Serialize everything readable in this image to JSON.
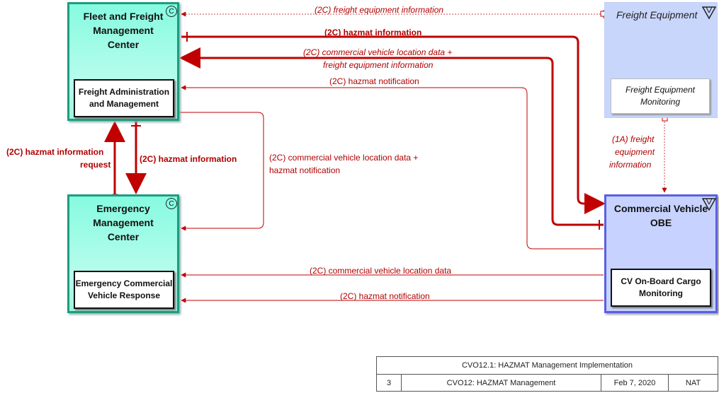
{
  "nodes": {
    "ffmc": {
      "title": "Fleet and Freight Management Center",
      "sub": "Freight Administration and Management",
      "badge": "C"
    },
    "emc": {
      "title": "Emergency Management Center",
      "sub": "Emergency Commercial Vehicle Response",
      "badge": "C"
    },
    "freight_equipment": {
      "title": "Freight Equipment",
      "sub": "Freight Equipment Monitoring"
    },
    "cv_obe": {
      "title": "Commercial Vehicle OBE",
      "sub": "CV On-Board Cargo Monitoring"
    }
  },
  "flows": {
    "f1": "(2C) freight equipment information",
    "f2": "(2C) hazmat information",
    "f3a": "(2C) commercial vehicle location data +",
    "f3b": "freight equipment information",
    "f4": "(2C) hazmat notification",
    "f5a": "(2C) hazmat information",
    "f5b": "request",
    "f6": "(2C) hazmat information",
    "f7a": "(2C) commercial vehicle location data +",
    "f7b": "hazmat notification",
    "f8a": "(1A) freight",
    "f8b": "equipment",
    "f8c": "information",
    "f9": "(2C) commercial vehicle location data",
    "f10": "(2C) hazmat notification"
  },
  "footer": {
    "title": "CVO12.1: HAZMAT Management Implementation",
    "page": "3",
    "package": "CVO12: HAZMAT Management",
    "date": "Feb 7, 2020",
    "scope": "NAT"
  },
  "colors": {
    "flow": "#b00000",
    "center_border": "#1f9c80",
    "device_border": "#5b5fe3"
  }
}
